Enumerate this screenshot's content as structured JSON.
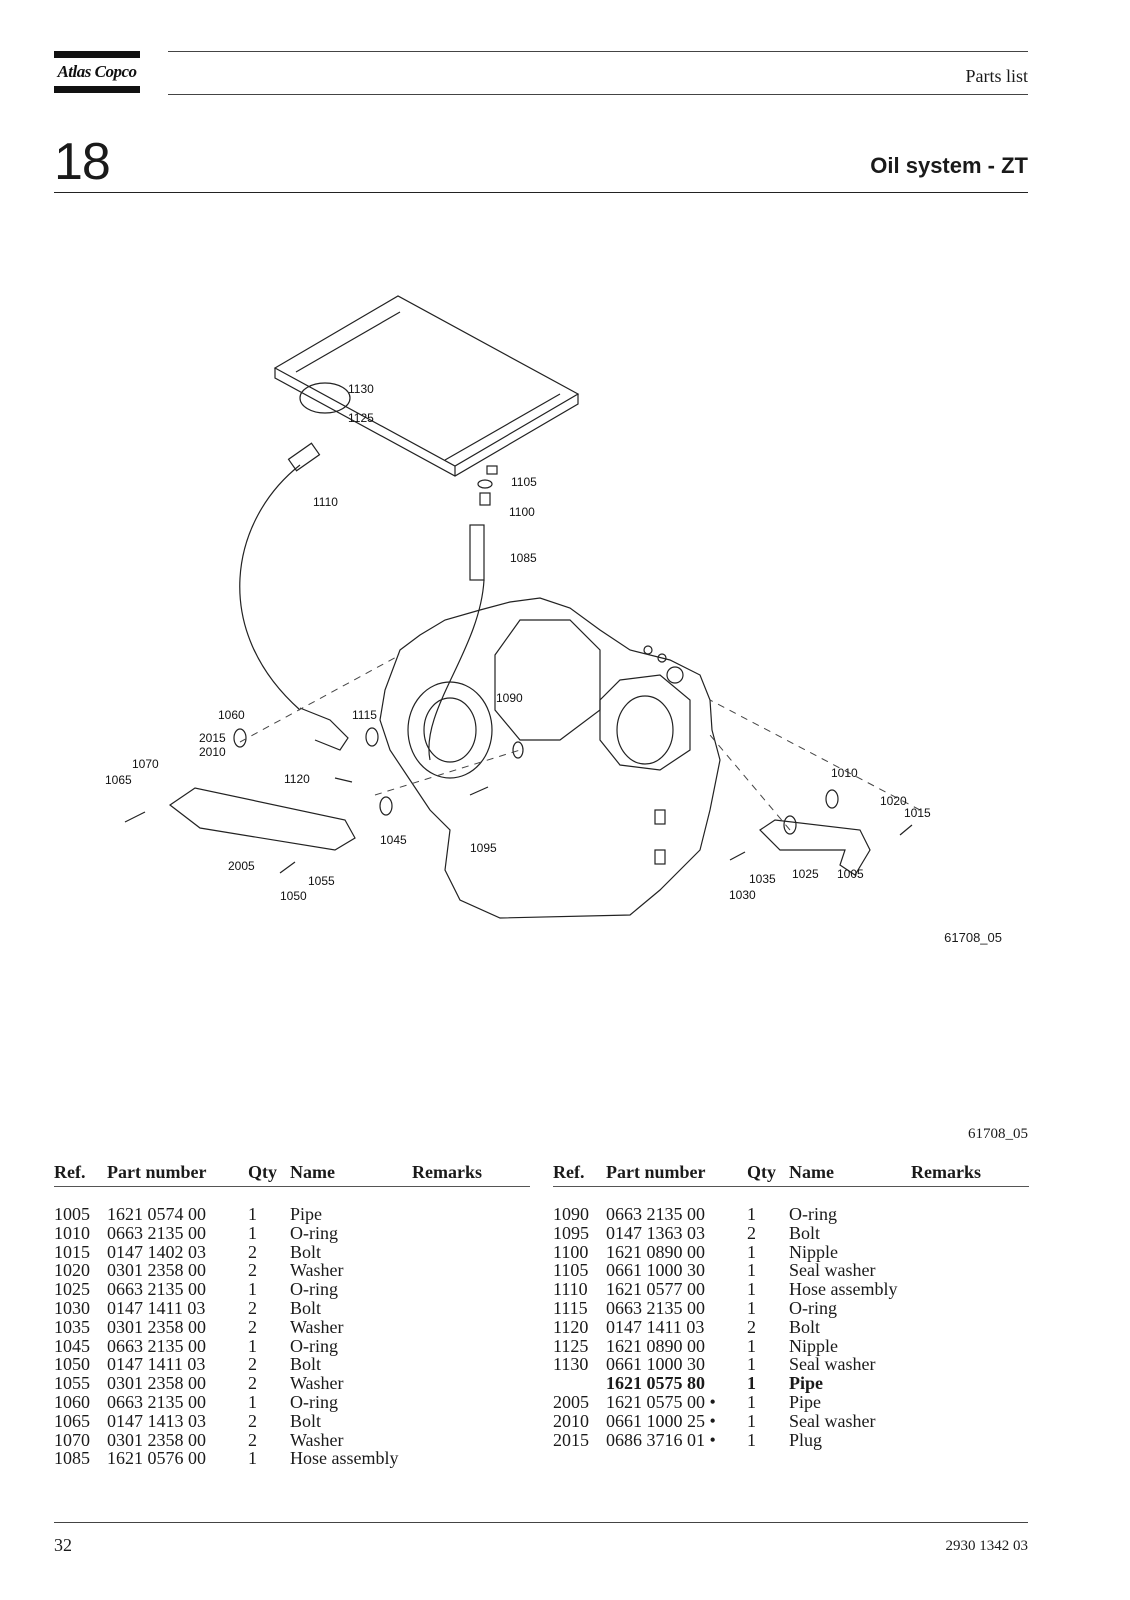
{
  "header": {
    "logo_text": "Atlas Copco",
    "title": "Parts list",
    "section_number": "18",
    "section_title": "Oil system - ZT"
  },
  "figure": {
    "code": "61708_05",
    "ref": "61708_05",
    "callouts": [
      "1130",
      "1125",
      "1110",
      "1105",
      "1100",
      "1085",
      "1090",
      "1060",
      "1115",
      "2015",
      "2010",
      "1070",
      "1065",
      "1120",
      "1045",
      "1095",
      "2005",
      "1055",
      "1050",
      "1010",
      "1020",
      "1015",
      "1035",
      "1025",
      "1005",
      "1030"
    ]
  },
  "table_headers": {
    "ref": "Ref.",
    "part_number": "Part number",
    "qty": "Qty",
    "name": "Name",
    "remarks": "Remarks"
  },
  "parts_left": [
    {
      "ref": "1005",
      "part_number": "1621 0574 00",
      "qty": "1",
      "name": "Pipe"
    },
    {
      "ref": "1010",
      "part_number": "0663 2135 00",
      "qty": "1",
      "name": "O-ring"
    },
    {
      "ref": "1015",
      "part_number": "0147 1402 03",
      "qty": "2",
      "name": "Bolt"
    },
    {
      "ref": "1020",
      "part_number": "0301 2358 00",
      "qty": "2",
      "name": "Washer"
    },
    {
      "ref": "1025",
      "part_number": "0663 2135 00",
      "qty": "1",
      "name": "O-ring"
    },
    {
      "ref": "1030",
      "part_number": "0147 1411 03",
      "qty": "2",
      "name": "Bolt"
    },
    {
      "ref": "1035",
      "part_number": "0301 2358 00",
      "qty": "2",
      "name": "Washer"
    },
    {
      "ref": "1045",
      "part_number": "0663 2135 00",
      "qty": "1",
      "name": "O-ring"
    },
    {
      "ref": "1050",
      "part_number": "0147 1411 03",
      "qty": "2",
      "name": "Bolt"
    },
    {
      "ref": "1055",
      "part_number": "0301 2358 00",
      "qty": "2",
      "name": "Washer"
    },
    {
      "ref": "1060",
      "part_number": "0663 2135 00",
      "qty": "1",
      "name": "O-ring"
    },
    {
      "ref": "1065",
      "part_number": "0147 1413 03",
      "qty": "2",
      "name": "Bolt"
    },
    {
      "ref": "1070",
      "part_number": "0301 2358 00",
      "qty": "2",
      "name": "Washer"
    },
    {
      "ref": "1085",
      "part_number": "1621 0576 00",
      "qty": "1",
      "name": "Hose assembly"
    }
  ],
  "parts_right": [
    {
      "ref": "1090",
      "part_number": "0663 2135 00",
      "qty": "1",
      "name": "O-ring"
    },
    {
      "ref": "1095",
      "part_number": "0147 1363 03",
      "qty": "2",
      "name": "Bolt"
    },
    {
      "ref": "1100",
      "part_number": "1621 0890 00",
      "qty": "1",
      "name": "Nipple"
    },
    {
      "ref": "1105",
      "part_number": "0661 1000 30",
      "qty": "1",
      "name": "Seal washer"
    },
    {
      "ref": "1110",
      "part_number": "1621 0577 00",
      "qty": "1",
      "name": "Hose assembly"
    },
    {
      "ref": "1115",
      "part_number": "0663 2135 00",
      "qty": "1",
      "name": "O-ring"
    },
    {
      "ref": "1120",
      "part_number": "0147 1411 03",
      "qty": "2",
      "name": "Bolt"
    },
    {
      "ref": "1125",
      "part_number": "1621 0890 00",
      "qty": "1",
      "name": "Nipple"
    },
    {
      "ref": "1130",
      "part_number": "0661 1000 30",
      "qty": "1",
      "name": "Seal washer"
    },
    {
      "ref": "",
      "part_number": "1621 0575 80",
      "qty": "1",
      "name": "Pipe",
      "bold": true
    },
    {
      "ref": "2005",
      "part_number": "1621 0575 00 •",
      "qty": "1",
      "name": "Pipe"
    },
    {
      "ref": "2010",
      "part_number": "0661 1000 25 •",
      "qty": "1",
      "name": "Seal washer"
    },
    {
      "ref": "2015",
      "part_number": "0686 3716 01 •",
      "qty": "1",
      "name": "Plug"
    }
  ],
  "footer": {
    "page_number": "32",
    "doc_number": "2930 1342 03"
  }
}
